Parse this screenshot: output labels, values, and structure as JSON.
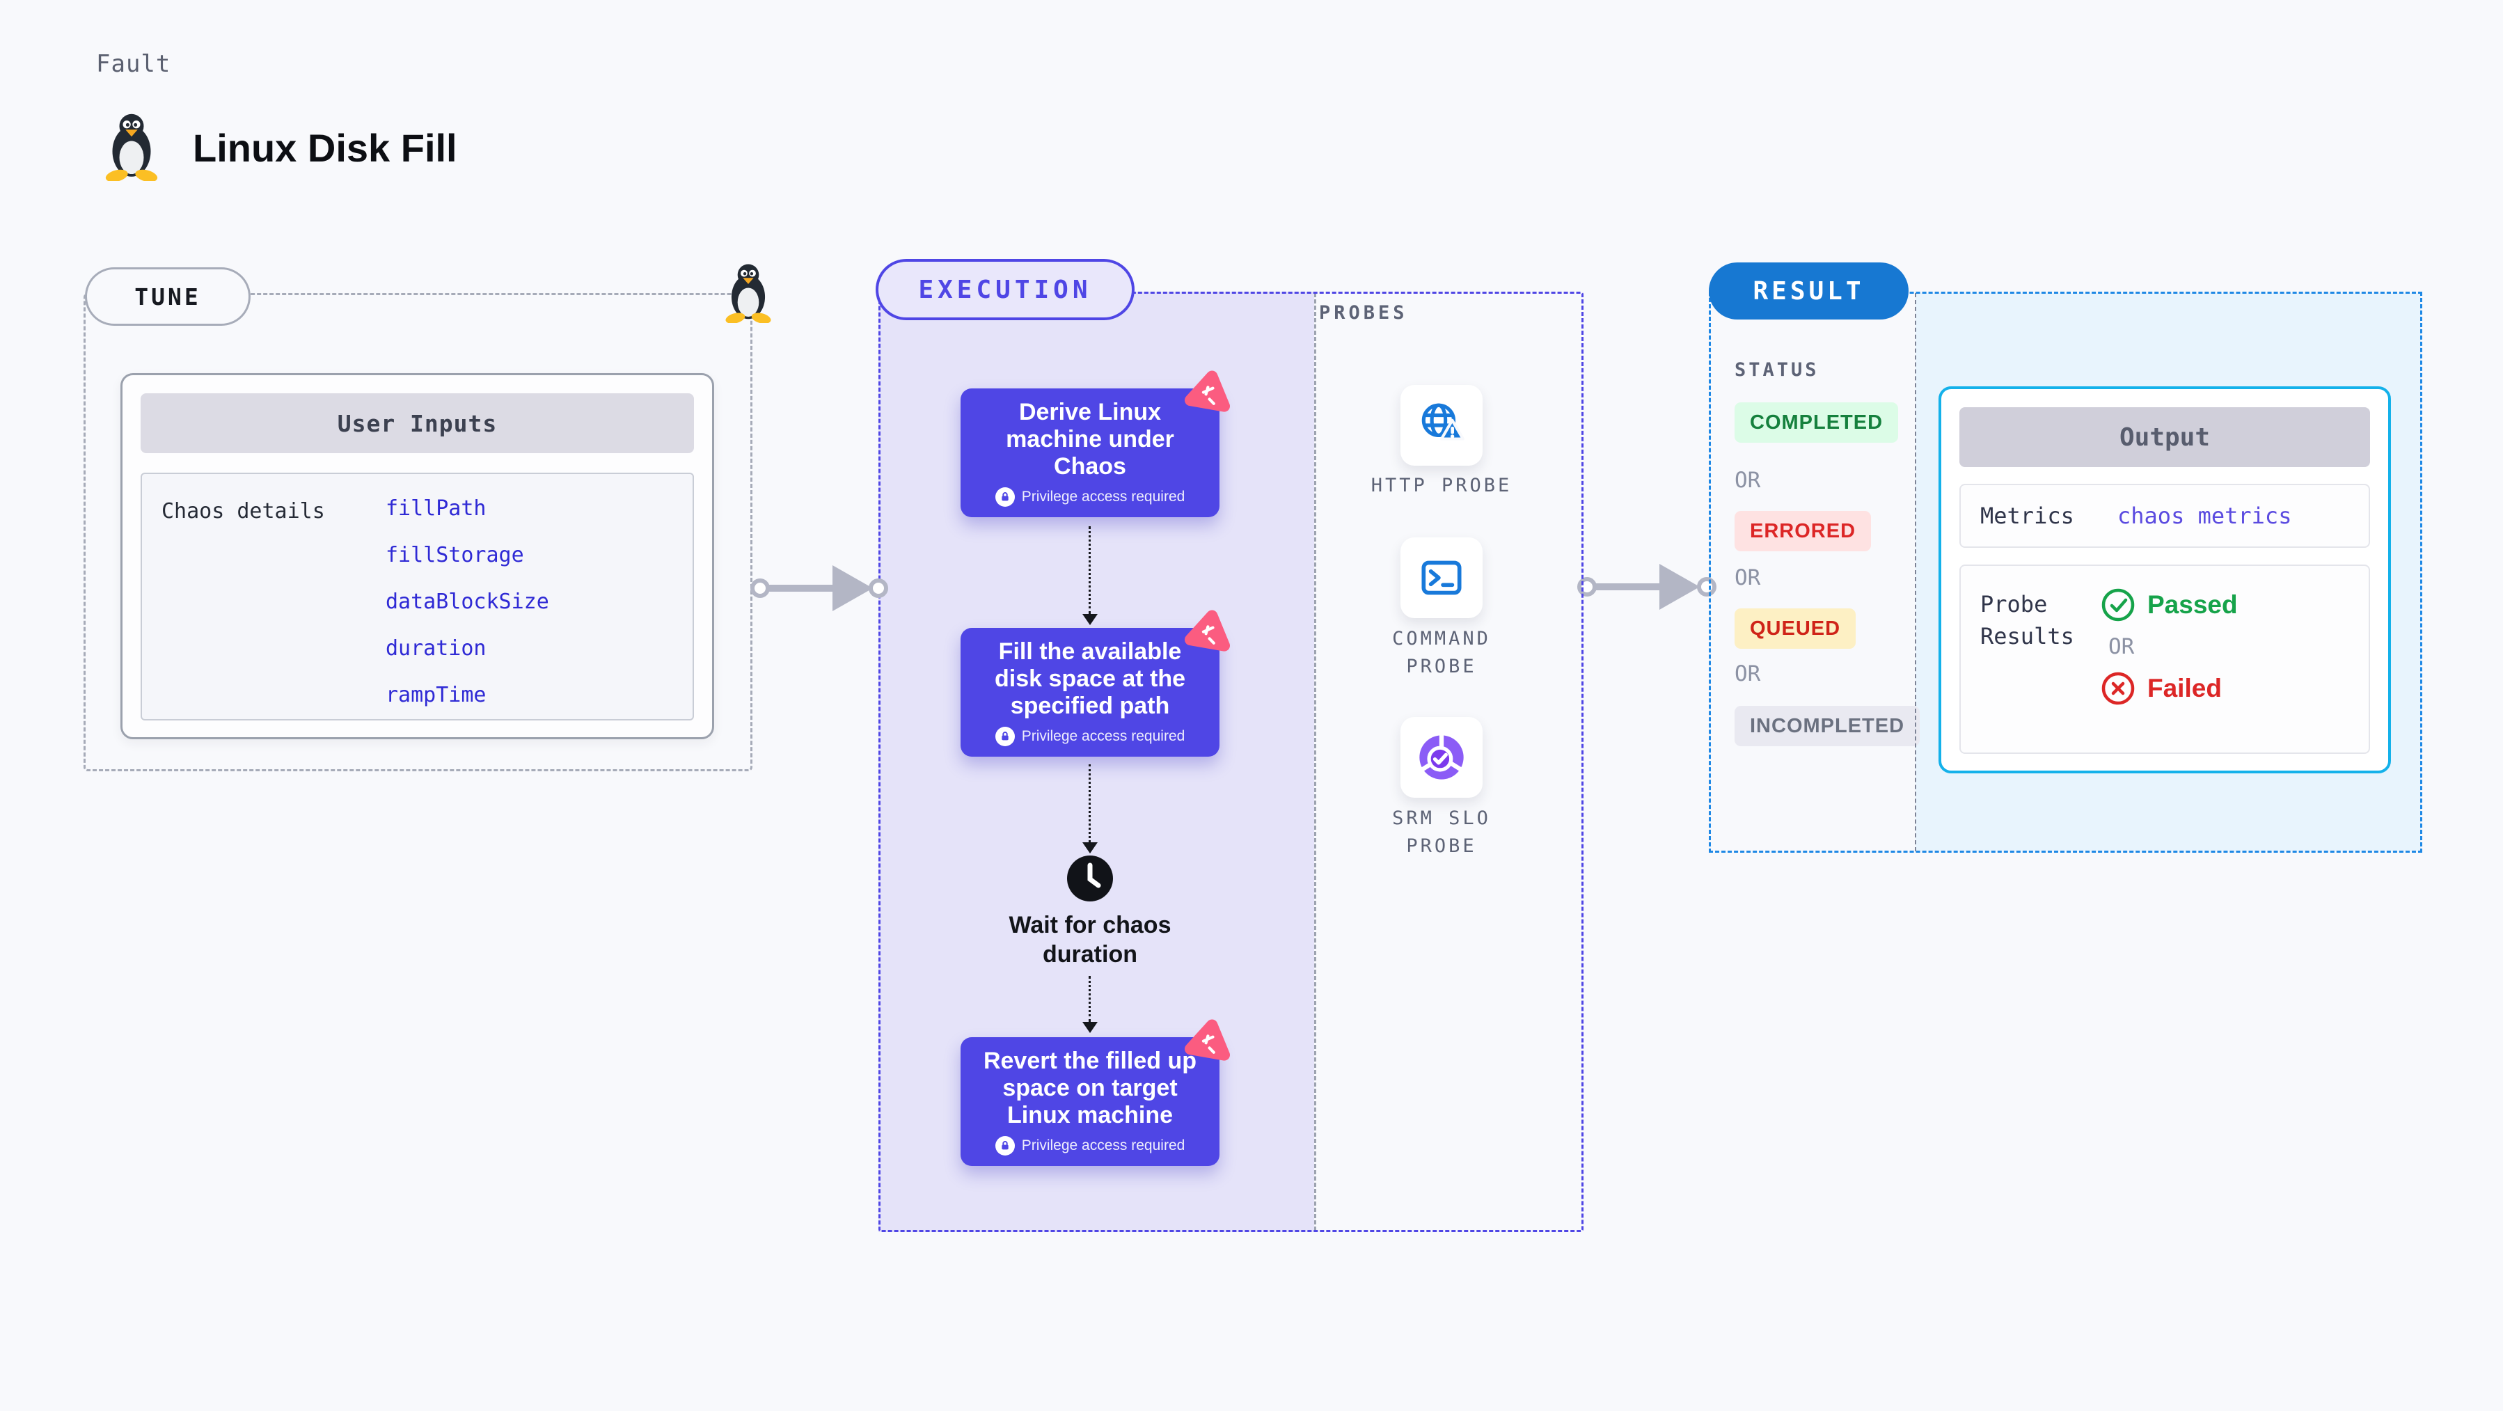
{
  "header": {
    "kicker": "Fault",
    "title": "Linux Disk Fill"
  },
  "tune": {
    "label": "TUNE",
    "card": {
      "header": "User Inputs",
      "row_label": "Chaos details",
      "inputs": [
        "fillPath",
        "fillStorage",
        "dataBlockSize",
        "duration",
        "rampTime"
      ]
    }
  },
  "execution": {
    "label": "EXECUTION",
    "privilege_note": "Privilege access required",
    "steps": [
      {
        "title": "Derive Linux machine under Chaos"
      },
      {
        "title": "Fill the available disk space at the specified path"
      },
      {
        "title": "Revert the filled up space on target Linux machine"
      }
    ],
    "wait_label": "Wait for chaos duration"
  },
  "probes": {
    "label": "PROBES",
    "items": [
      {
        "label": "HTTP PROBE",
        "icon": "globe-alert-icon"
      },
      {
        "label": "COMMAND PROBE",
        "icon": "terminal-icon"
      },
      {
        "label": "SRM SLO PROBE",
        "icon": "slo-donut-check-icon"
      }
    ]
  },
  "result": {
    "label": "RESULT",
    "status_header": "STATUS",
    "or_label": "OR",
    "statuses": [
      {
        "label": "COMPLETED",
        "color": "#15803d",
        "background": "#dcfce7"
      },
      {
        "label": "ERRORED",
        "color": "#dc2626",
        "background": "#fee2e2"
      },
      {
        "label": "QUEUED",
        "color": "#cf2318",
        "background": "#fdf0c4"
      },
      {
        "label": "INCOMPLETED",
        "color": "#6b7180",
        "background": "#e9e9f1"
      }
    ],
    "output": {
      "header": "Output",
      "metrics_label": "Metrics",
      "metrics_link": "chaos metrics",
      "probe_results_label": "Probe Results",
      "passed_label": "Passed",
      "or_label": "OR",
      "failed_label": "Failed"
    }
  },
  "colors": {
    "page_background": "#f8f9fc",
    "execution_accent": "#4f46e5",
    "execution_fill": "#e5e3f9",
    "chaos_badge_pink": "#fb5c80",
    "probe_icon_blue": "#1879da",
    "srm_purple": "#8b5cf6",
    "result_pill_blue": "#1778d2",
    "result_dash_blue": "#1e88e5",
    "output_border_cyan": "#14b1ea",
    "output_panel_cyan": "#e8f4fd",
    "arrow_gray": "#b3b6c5",
    "passed_green": "#16a34a",
    "failed_red": "#dc2626",
    "link_indigo": "#2f2ad5"
  }
}
